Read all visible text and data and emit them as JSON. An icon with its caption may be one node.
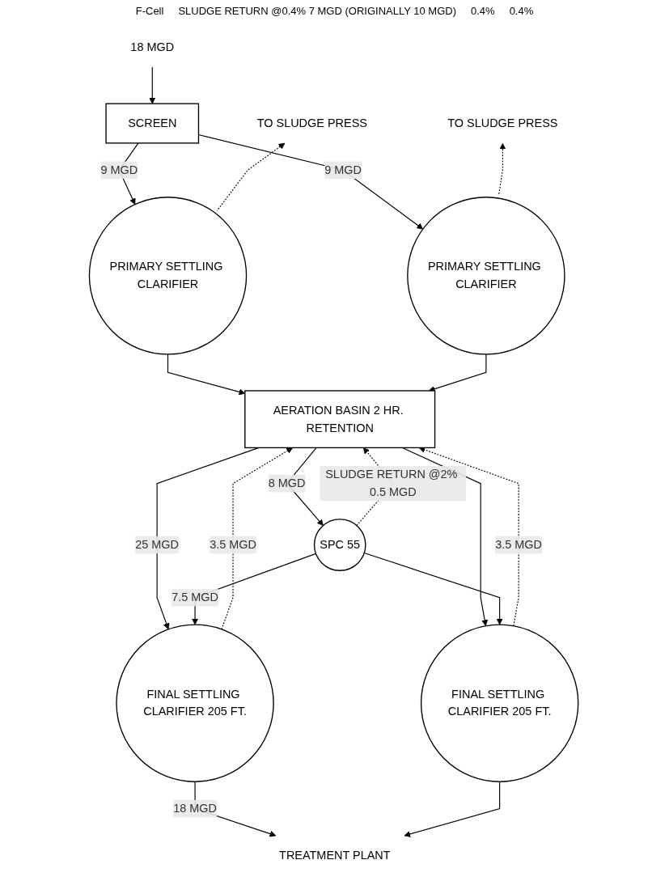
{
  "diagram": {
    "nodes": [
      {
        "text": [
          "18 MGD"
        ]
      },
      {
        "text": [
          "SCREEN"
        ]
      },
      {
        "text": [
          "TO SLUDGE PRESS"
        ]
      },
      {
        "text": [
          "TO SLUDGE PRESS"
        ]
      },
      {
        "text": [
          "PRIMARY SETTLING CLARIFIER"
        ]
      },
      {
        "text": [
          "PRIMARY SETTLING CLARIFIER"
        ]
      },
      {
        "text": [
          "AERATION BASIN 2 HR. RETENTION"
        ]
      },
      {
        "text": [
          "SPC 55"
        ]
      },
      {
        "text": [
          "FINAL SETTLING CLARIFIER 205 FT."
        ]
      },
      {
        "text": [
          "FINAL SETTLING CLARIFIER 205 FT."
        ]
      },
      {
        "text": [
          "TREATMENT PLANT"
        ]
      }
    ],
    "edges": [
      {
        "from": 0,
        "to": 1,
        "arrow": "to"
      },
      {
        "from": 1,
        "to": 4,
        "arrow": "to",
        "label": "9 MGD"
      },
      {
        "from": 1,
        "to": 5,
        "arrow": "to",
        "label": "9 MGD"
      },
      {
        "from": 4,
        "to": 2,
        "arrow": "to",
        "style": "dashed"
      },
      {
        "from": 5,
        "to": 3,
        "arrow": "to",
        "style": "dashed"
      },
      {
        "from": 4,
        "to": 6,
        "arrow": "to"
      },
      {
        "from": 5,
        "to": 6,
        "arrow": "to"
      },
      {
        "from": 7,
        "to": 6,
        "arrow": "to",
        "style": "dashed",
        "label": "SLUDGE RETURN @2% 0.5 MGD"
      },
      {
        "from": 8,
        "to": 6,
        "arrow": "to",
        "style": "dashed",
        "label": "3.5 MGD"
      },
      {
        "from": 9,
        "to": 6,
        "arrow": "to",
        "style": "dashed",
        "label": "3.5 MGD"
      },
      {
        "from": 6,
        "to": 7,
        "arrow": "to",
        "label": "8 MGD"
      },
      {
        "from": 6,
        "to": 8,
        "arrow": "to",
        "label": "25 MGD"
      },
      {
        "from": 6,
        "to": 9,
        "arrow": "to"
      },
      {
        "from": 7,
        "to": 8,
        "arrow": "to",
        "label": "7.5 MGD"
      },
      {
        "from": 7,
        "to": 9,
        "arrow": "to"
      },
      {
        "from": 8,
        "to": 10,
        "arrow": "to",
        "label": "18 MGD"
      },
      {
        "from": 9,
        "to": 10,
        "arrow": "to"
      }
    ],
    "labels": [
      "F-Cell",
      "SLUDGE RETURN @0.4% 7 MGD (ORIGINALLY 10 MGD)",
      "0.4%",
      "0.4%"
    ]
  }
}
